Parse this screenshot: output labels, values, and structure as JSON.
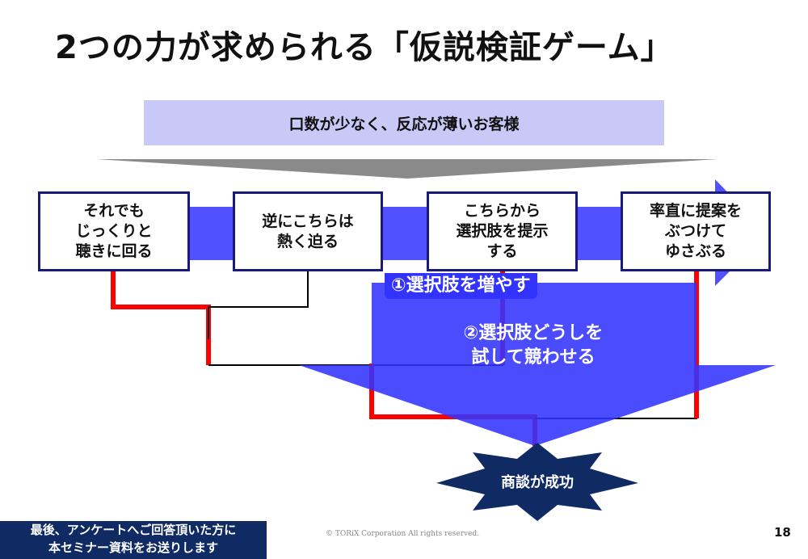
{
  "title": "2つの力が求められる「仮説検証ゲーム」",
  "banner": "口数が少なく、反応が薄いお客様",
  "boxes": [
    "それでも\nじっくりと\n聴きに回る",
    "逆にこちらは\n熱く迫る",
    "こちらから\n選択肢を提示\nする",
    "率直に提案を\nぶつけて\nゆさぶる"
  ],
  "arrow1_label": "①選択肢を増やす",
  "arrow2_label": "②選択肢どうしを\n試して競わせる",
  "result": "商談が成功",
  "footer_cta": "最後、アンケートへご回答頂いた方に\n本セミナー資料をお送りします",
  "copyright": "© TORiX Corporation All rights reserved.",
  "page_number": "18",
  "colors": {
    "arrow": "#3333ff",
    "navy": "#102a63",
    "red": "#ff0000"
  }
}
